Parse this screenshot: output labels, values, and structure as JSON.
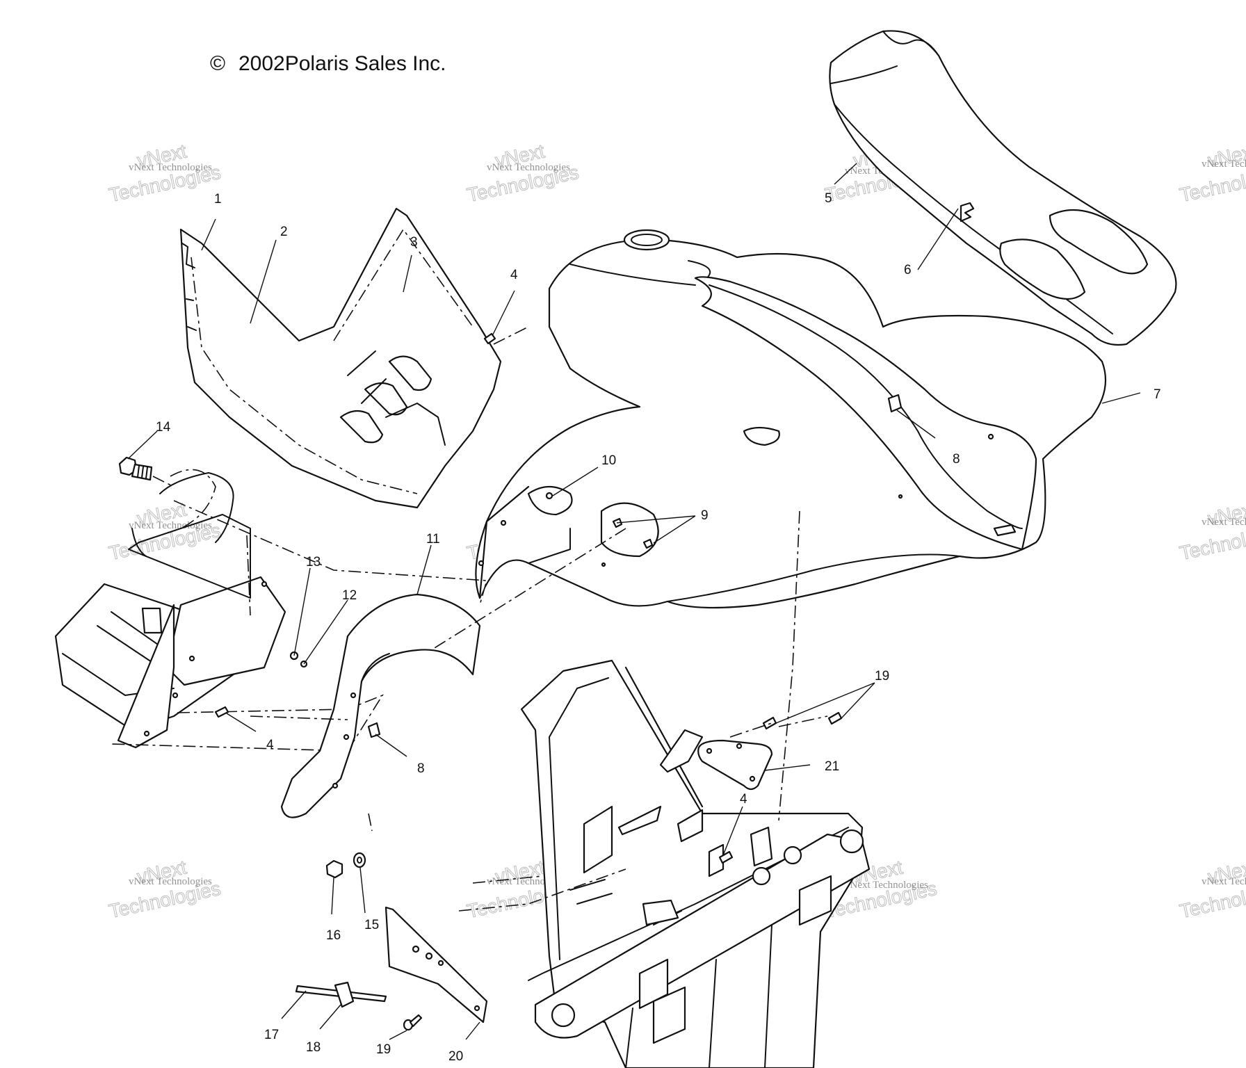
{
  "copyright": {
    "symbol": "©",
    "text": "2002Polaris Sales Inc."
  },
  "watermark": {
    "line1": "vNext Technologies",
    "line2": "vNext",
    "line3": "Technologies"
  },
  "callouts": {
    "c1": "1",
    "c2": "2",
    "c3": "3",
    "c4a": "4",
    "c4b": "4",
    "c4c": "4",
    "c5": "5",
    "c6": "6",
    "c7": "7",
    "c8a": "8",
    "c8b": "8",
    "c9": "9",
    "c10": "10",
    "c11": "11",
    "c12": "12",
    "c13": "13",
    "c14": "14",
    "c15": "15",
    "c16": "16",
    "c17": "17",
    "c18": "18",
    "c19a": "19",
    "c19b": "19",
    "c20": "20",
    "c21": "21"
  },
  "colors": {
    "line": "#111111",
    "background": "#ffffff",
    "watermark": "#bdbdbd"
  }
}
